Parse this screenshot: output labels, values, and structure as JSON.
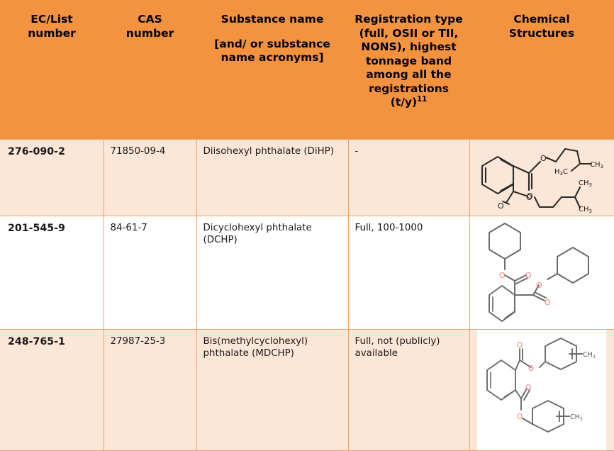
{
  "table": {
    "title": "Substance registration table",
    "colors": {
      "header_background": "#F3923F",
      "row_shaded_background": "#FCE6D7",
      "row_plain_background": "#FFFFFF",
      "grid_line": "#F0A36A",
      "text": "#1a1a1a",
      "structure_bond": "#5a5a5a",
      "structure_oxygen": "#E8857A",
      "structure_bond_dark": "#2a2a2a"
    },
    "headers": [
      {
        "line1": "EC/List",
        "line2": "number",
        "sub": ""
      },
      {
        "line1": "CAS",
        "line2": "number",
        "sub": ""
      },
      {
        "line1": "Substance name",
        "line2": "",
        "sub": "[and/ or substance name acronyms]"
      },
      {
        "line1": "Registration type (full, OSII or TII, NONS), highest tonnage band among all the registrations (t/y)",
        "line2": "",
        "sub": "",
        "superscript": "11"
      },
      {
        "line1": "Chemical",
        "line2": "Structures",
        "sub": ""
      }
    ],
    "rows": [
      {
        "ec_list_number": "276-090-2",
        "cas_number": "71850-09-4",
        "substance_name": "Diisohexyl phthalate (DiHP)",
        "registration_type": "-",
        "structure_name": "diisohexyl-phthalate-structure",
        "structure_label": "Diisohexyl phthalate chemical structure"
      },
      {
        "ec_list_number": "201-545-9",
        "cas_number": "84-61-7",
        "substance_name": "Dicyclohexyl phthalate (DCHP)",
        "registration_type": "Full, 100-1000",
        "structure_name": "dicyclohexyl-phthalate-structure",
        "structure_label": "Dicyclohexyl phthalate chemical structure"
      },
      {
        "ec_list_number": "248-765-1",
        "cas_number": "27987-25-3",
        "substance_name": "Bis(methylcyclohexyl) phthalate (MDCHP)",
        "registration_type": "Full, not (publicly) available",
        "structure_name": "bis-methylcyclohexyl-phthalate-structure",
        "structure_label": "Bis(methylcyclohexyl) phthalate chemical structure"
      }
    ],
    "structure_atom_labels": {
      "oxygen": "O",
      "methyl": "CH",
      "methyl_sub": "3",
      "methyl_left": "H",
      "methyl_left_sub": "3",
      "methyl_left_c": "C"
    }
  }
}
